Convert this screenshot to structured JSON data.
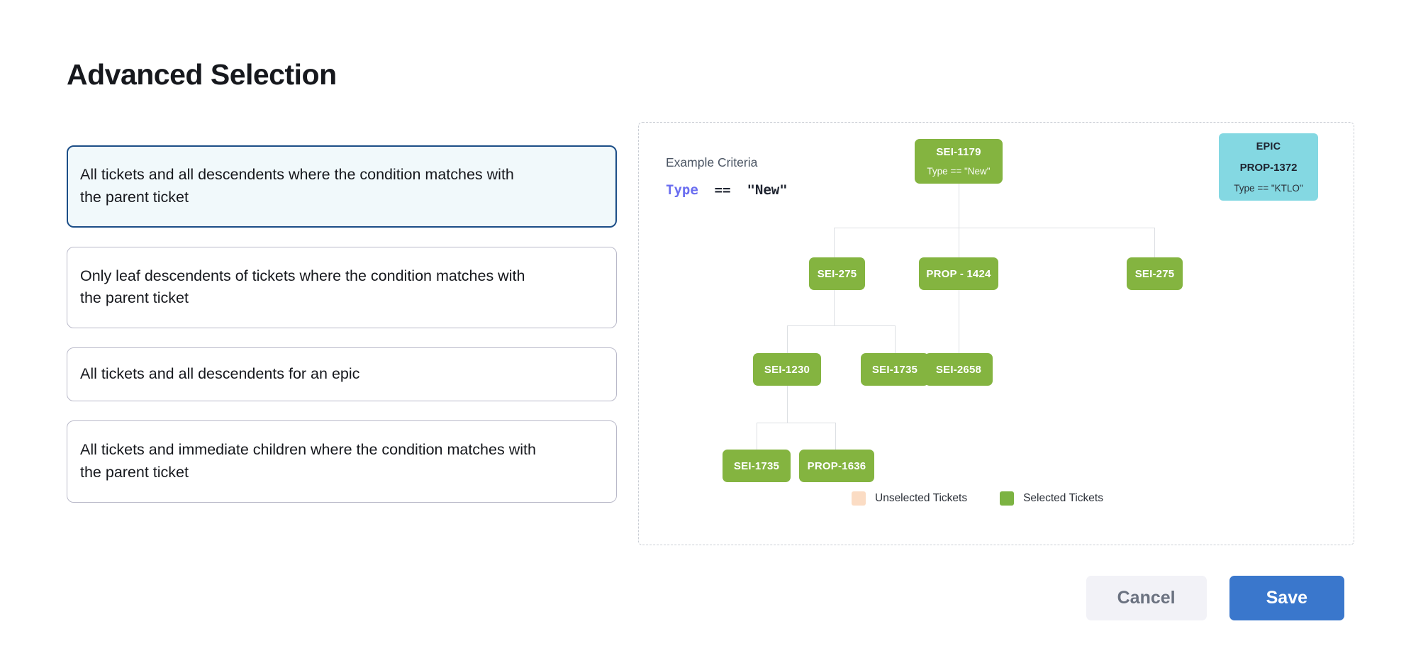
{
  "page": {
    "title": "Advanced Selection"
  },
  "options": [
    {
      "label": "All tickets and all descendents where the condition matches with the parent ticket",
      "selected": true
    },
    {
      "label": "Only leaf descendents of tickets where the condition matches with the parent ticket",
      "selected": false
    },
    {
      "label": "All tickets and all descendents for an epic",
      "selected": false
    },
    {
      "label": "All tickets and immediate children where the condition matches with the parent ticket",
      "selected": false
    }
  ],
  "diagram": {
    "criteria_label": "Example Criteria",
    "criteria_code": {
      "keyword": "Type",
      "operator": "==",
      "value": "\"New\""
    },
    "nodes": {
      "root": {
        "id": "SEI-1179",
        "sub": "Type == \"New\""
      },
      "epic": {
        "kind": "EPIC",
        "id": "PROP-1372",
        "sub": "Type == \"KTLO\""
      },
      "row2_left": {
        "id": "SEI-275"
      },
      "row2_mid": {
        "id": "PROP - 1424"
      },
      "row2_right": {
        "id": "SEI-275"
      },
      "row3_left": {
        "id": "SEI-1230"
      },
      "row3_mid": {
        "id": "SEI-1735"
      },
      "row3_right": {
        "id": "SEI-2658"
      },
      "row4_left": {
        "id": "SEI-1735"
      },
      "row4_right": {
        "id": "PROP-1636"
      }
    },
    "legend": [
      {
        "label": "Unselected Tickets",
        "color": "#fbdcc4"
      },
      {
        "label": "Selected Tickets",
        "color": "#7cb342"
      }
    ]
  },
  "footer": {
    "cancel_label": "Cancel",
    "save_label": "Save"
  },
  "colors": {
    "selected_node": "#84b440",
    "epic_node": "#84d8e2",
    "unselected_ticket": "#fbdcc4",
    "primary_button": "#3a77cc",
    "selected_card_border": "#1c4e87",
    "selected_card_bg": "#f1f9fb",
    "keyword": "#6b6ef0"
  }
}
